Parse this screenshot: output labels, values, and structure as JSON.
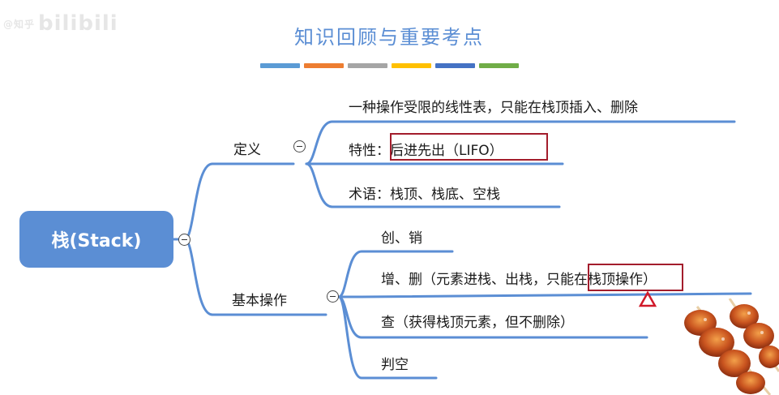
{
  "watermark": {
    "text": "bilibili",
    "prefix": "@知乎"
  },
  "title": "知识回顾与重要考点",
  "color_bars": [
    "#5b9bd5",
    "#ed7d31",
    "#a5a5a5",
    "#ffc000",
    "#4472c4",
    "#70ad47"
  ],
  "root": {
    "label": "栈(Stack)"
  },
  "branches": {
    "definition": {
      "label": "定义",
      "items": [
        "一种操作受限的线性表，只能在栈顶插入、删除",
        "特性：后进先出（LIFO）",
        "术语：栈顶、栈底、空栈"
      ]
    },
    "operations": {
      "label": "基本操作",
      "items": [
        "创、销",
        "增、删（元素进栈、出栈，只能在栈顶操作）",
        "查（获得栈顶元素，但不删除）",
        "判空"
      ]
    }
  }
}
